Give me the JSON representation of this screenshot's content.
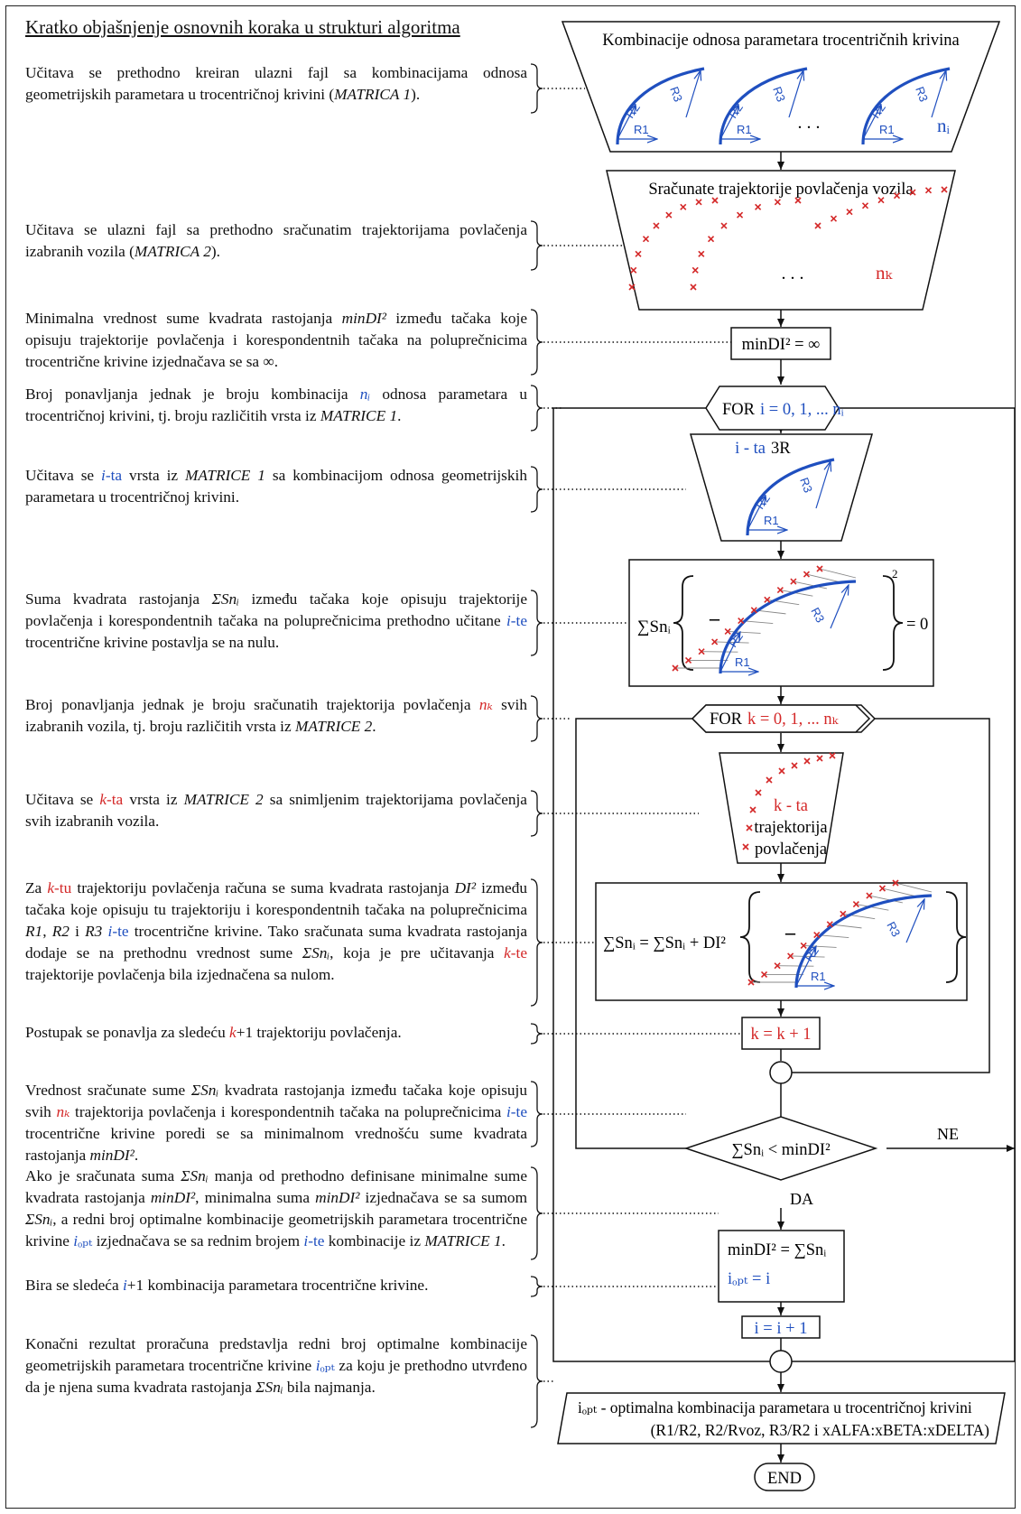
{
  "heading": "Kratko objašnjenje osnovnih koraka u strukturi algoritma",
  "colors": {
    "blue": "#1f4fbf",
    "red": "#d42828",
    "line": "#111111"
  },
  "steps": [
    {
      "id": "s1",
      "parts": [
        {
          "t": "Učitava se prethodno kreiran ulazni fajl sa kombinacijama odnosa geometrijskih parametara u trocentričnoj krivini ("
        },
        {
          "t": "MATRICA 1",
          "s": "em"
        },
        {
          "t": ")."
        }
      ]
    },
    {
      "id": "s2",
      "parts": [
        {
          "t": "Učitava se ulazni fajl sa prethodno sračunatim trajektorijama povlačenja izabranih vozila ("
        },
        {
          "t": "MATRICA 2",
          "s": "em"
        },
        {
          "t": ")."
        }
      ]
    },
    {
      "id": "s3",
      "parts": [
        {
          "t": "Minimalna vrednost sume kvadrata rastojanja "
        },
        {
          "t": "minDI²",
          "s": "em"
        },
        {
          "t": " između tačaka koje opisuju trajektorije povlačenja i korespondentnih tačaka na poluprečnicima trocentrične krivine izjednačava se sa ∞."
        }
      ]
    },
    {
      "id": "s4",
      "parts": [
        {
          "t": "Broj ponavljanja jednak je broju kombinacija "
        },
        {
          "t": "nᵢ",
          "s": "em blue"
        },
        {
          "t": " odnosa parametara u trocentričnoj krivini, tj. broju različitih vrsta iz "
        },
        {
          "t": "MATRICE 1",
          "s": "em"
        },
        {
          "t": "."
        }
      ]
    },
    {
      "id": "s5",
      "parts": [
        {
          "t": "Učitava se "
        },
        {
          "t": "i",
          "s": "em blue"
        },
        {
          "t": "-ta",
          "s": "blue"
        },
        {
          "t": " vrsta iz "
        },
        {
          "t": "MATRICE 1",
          "s": "em"
        },
        {
          "t": " sa kombinacijom odnosa geometrijskih parametara u trocentričnoj krivini."
        }
      ]
    },
    {
      "id": "s6",
      "parts": [
        {
          "t": "Suma kvadrata rastojanja "
        },
        {
          "t": "ΣSnᵢ",
          "s": "em"
        },
        {
          "t": " između tačaka koje opisuju trajektorije povlačenja i korespondentnih tačaka na poluprečnicima prethodno učitane "
        },
        {
          "t": "i",
          "s": "em blue"
        },
        {
          "t": "-te",
          "s": "blue"
        },
        {
          "t": " trocentrične krivine postavlja se na nulu."
        }
      ]
    },
    {
      "id": "s7",
      "parts": [
        {
          "t": "Broj ponavljanja jednak je broju sračunatih trajektorija povlačenja "
        },
        {
          "t": "nₖ",
          "s": "em red"
        },
        {
          "t": " svih izabranih vozila, tj. broju različitih vrsta iz "
        },
        {
          "t": "MATRICE 2",
          "s": "em"
        },
        {
          "t": "."
        }
      ]
    },
    {
      "id": "s8",
      "parts": [
        {
          "t": "Učitava se "
        },
        {
          "t": "k",
          "s": "em red"
        },
        {
          "t": "-ta",
          "s": "red"
        },
        {
          "t": " vrsta iz "
        },
        {
          "t": "MATRICE 2",
          "s": "em"
        },
        {
          "t": " sa snimljenim trajektorijama povlačenja svih izabranih vozila."
        }
      ]
    },
    {
      "id": "s9",
      "parts": [
        {
          "t": "Za "
        },
        {
          "t": "k",
          "s": "em red"
        },
        {
          "t": "-tu",
          "s": "red"
        },
        {
          "t": " trajektoriju povlačenja računa se suma kvadrata rastojanja "
        },
        {
          "t": "DI²",
          "s": "em"
        },
        {
          "t": " između tačaka koje opisuju tu trajektoriju i korespondentnih tačaka na poluprečnicima "
        },
        {
          "t": "R1",
          "s": "em"
        },
        {
          "t": ", "
        },
        {
          "t": "R2",
          "s": "em"
        },
        {
          "t": " i "
        },
        {
          "t": "R3",
          "s": "em"
        },
        {
          "t": " "
        },
        {
          "t": "i",
          "s": "em blue"
        },
        {
          "t": "-te",
          "s": "blue"
        },
        {
          "t": " trocentrične krivine. Tako sračunata suma kvadrata rastojanja dodaje se na prethodnu vrednost sume "
        },
        {
          "t": "ΣSnᵢ",
          "s": "em"
        },
        {
          "t": ", koja je pre učitavanja "
        },
        {
          "t": "k",
          "s": "em red"
        },
        {
          "t": "-te",
          "s": "red"
        },
        {
          "t": " trajektorije povlačenja bila izjednačena sa nulom."
        }
      ]
    },
    {
      "id": "s10",
      "parts": [
        {
          "t": "Postupak se ponavlja za sledeću "
        },
        {
          "t": "k",
          "s": "em red"
        },
        {
          "t": "+1 trajektoriju povlačenja."
        }
      ]
    },
    {
      "id": "s11",
      "parts": [
        {
          "t": "Vrednost sračunate sume "
        },
        {
          "t": "ΣSnᵢ",
          "s": "em"
        },
        {
          "t": " kvadrata rastojanja između tačaka koje opisuju svih "
        },
        {
          "t": "nₖ",
          "s": "em red"
        },
        {
          "t": " trajektorija povlačenja i korespondentnih tačaka na poluprečnicima "
        },
        {
          "t": "i",
          "s": "em blue"
        },
        {
          "t": "-te",
          "s": "blue"
        },
        {
          "t": " trocentrične krivine poredi se sa minimalnom vrednošću sume kvadrata rastojanja "
        },
        {
          "t": "minDI²",
          "s": "em"
        },
        {
          "t": "."
        }
      ]
    },
    {
      "id": "s12",
      "parts": [
        {
          "t": "Ako je sračunata suma "
        },
        {
          "t": "ΣSnᵢ",
          "s": "em"
        },
        {
          "t": " manja od prethodno definisane minimalne sume kvadrata rastojanja "
        },
        {
          "t": "minDI²",
          "s": "em"
        },
        {
          "t": ", minimalna suma "
        },
        {
          "t": "minDI²",
          "s": "em"
        },
        {
          "t": " izjednačava se sa sumom "
        },
        {
          "t": "ΣSnᵢ",
          "s": "em"
        },
        {
          "t": ", a redni broj optimalne kombinacije geometrijskih parametara trocentrične krivine "
        },
        {
          "t": "i",
          "s": "em blue"
        },
        {
          "t": "ₒₚₜ",
          "s": "blue"
        },
        {
          "t": " izjednačava se sa rednim brojem "
        },
        {
          "t": "i",
          "s": "em blue"
        },
        {
          "t": "-te",
          "s": "blue"
        },
        {
          "t": " kombinacije iz "
        },
        {
          "t": "MATRICE 1",
          "s": "em"
        },
        {
          "t": "."
        }
      ]
    },
    {
      "id": "s13",
      "parts": [
        {
          "t": "Bira se sledeća "
        },
        {
          "t": "i",
          "s": "em blue"
        },
        {
          "t": "+1 kombinacija parametara trocentrične krivine."
        }
      ]
    },
    {
      "id": "s14",
      "parts": [
        {
          "t": "Konačni rezultat proračuna predstavlja redni broj optimalne kombinacije geometrijskih parametara trocentrične krivine "
        },
        {
          "t": "i",
          "s": "em blue"
        },
        {
          "t": "ₒₚₜ",
          "s": "blue"
        },
        {
          "t": " za koju je prethodno utvrđeno da je njena suma kvadrata rastojanja "
        },
        {
          "t": "ΣSnᵢ",
          "s": "em"
        },
        {
          "t": " bila najmanja."
        }
      ]
    }
  ],
  "flow": {
    "matrix1_title": "Kombinacije odnosa parametara trocentričnih krivina",
    "r1": "R1",
    "r2": "R2",
    "r3": "R3",
    "ellipsis": ". . .",
    "ni": "nᵢ",
    "matrix2_title": "Sračunate trajektorije povlačenja vozila",
    "nk": "nₖ",
    "init_min": "minDI² = ∞",
    "for_i_kw": "FOR",
    "for_i_expr": "i = 0, 1, ... nᵢ",
    "ith_prefix": "i - ta",
    "ith_suffix": "3R",
    "sum_label": "∑Snᵢ",
    "squared": "2",
    "eq_zero": "= 0",
    "minus": "–",
    "for_k_kw": "FOR",
    "for_k_expr": "k = 0, 1, ... nₖ",
    "kth_lines": [
      "k - ta",
      "trajektorija",
      "povlačenja"
    ],
    "accum": "∑Snᵢ = ∑Snᵢ + DI²",
    "k_inc": "k = k + 1",
    "decision": "∑Snᵢ < minDI²",
    "ne": "NE",
    "da": "DA",
    "assign1": "minDI² = ∑Snᵢ",
    "assign2": "iₒₚₜ = i",
    "i_inc": "i = i + 1",
    "output_line1": "iₒₚₜ - optimalna kombinacija parametara u trocentričnoj krivini",
    "output_line2": "(R1/R2, R2/Rvoz, R3/R2 i xALFA:xBETA:xDELTA)",
    "end": "END"
  }
}
